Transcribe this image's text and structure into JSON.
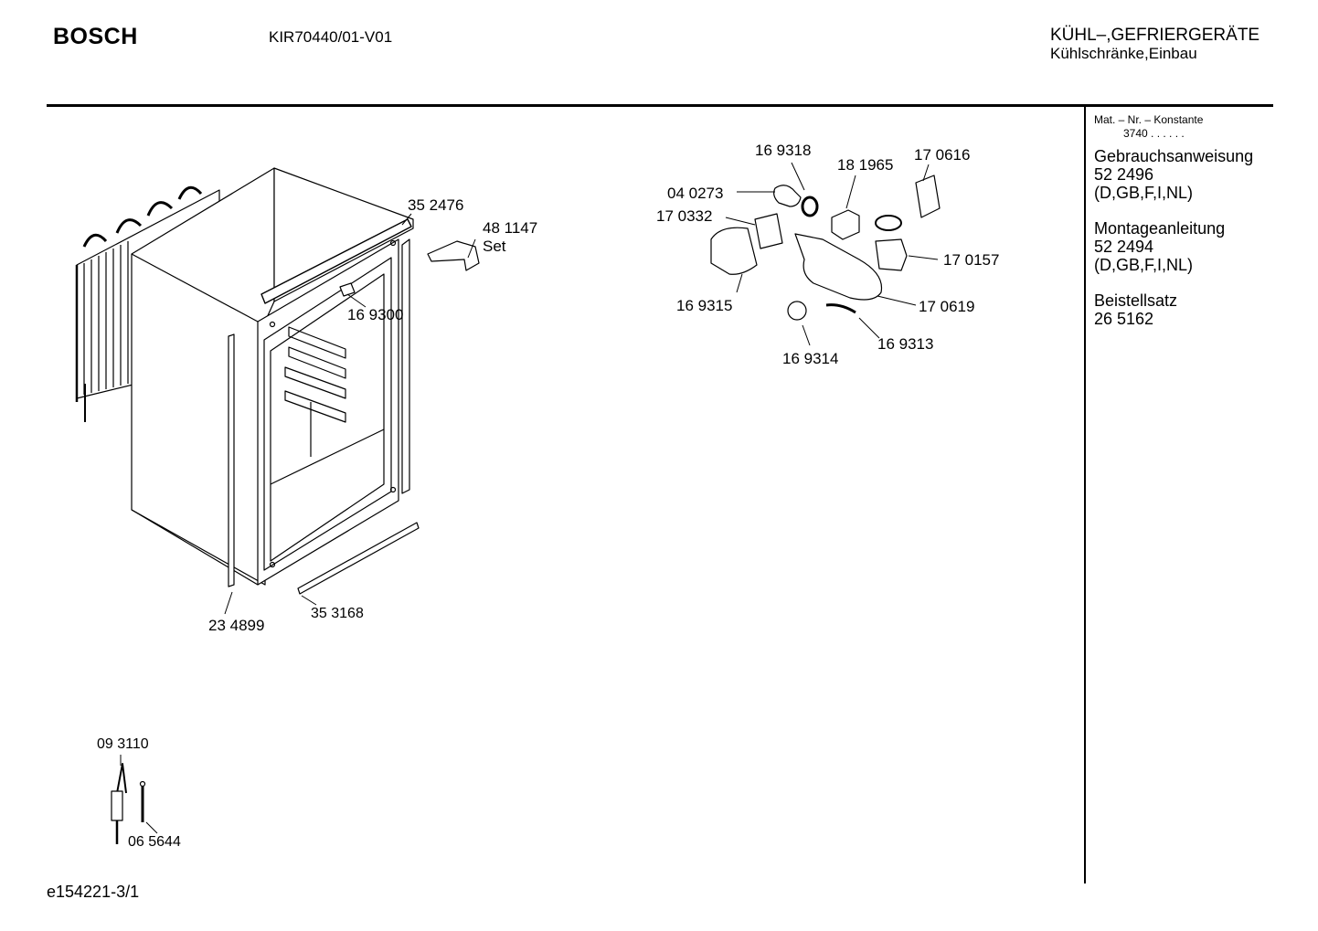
{
  "header": {
    "brand": "BOSCH",
    "model": "KIR70440/01-V01",
    "category_line1": "KÜHL–,GEFRIERGERÄTE",
    "category_line2": "Kühlschränke,Einbau"
  },
  "sidebar": {
    "konstante_label": "Mat. – Nr. – Konstante",
    "konstante_value": "3740 . .  . . . .",
    "documents": [
      {
        "title": "Gebrauchsanweisung",
        "number": "52 2496",
        "languages": "(D,GB,F,I,NL)"
      },
      {
        "title": "Montageanleitung",
        "number": "52 2494",
        "languages": "(D,GB,F,I,NL)"
      },
      {
        "title": "Beistellsatz",
        "number": "26 5162"
      }
    ]
  },
  "parts": {
    "p352476": "35 2476",
    "p481147": "48 1147",
    "set_label": "Set",
    "p169300": "16 9300",
    "p234899": "23 4899",
    "p353168": "35 3168",
    "p169318": "16 9318",
    "p181965": "18 1965",
    "p170616": "17 0616",
    "p040273": "04 0273",
    "p170332": "17 0332",
    "p170157": "17 0157",
    "p169315": "16 9315",
    "p170619": "17 0619",
    "p169313": "16 9313",
    "p169314": "16 9314",
    "p093110": "09 3110",
    "p065644": "06 5644"
  },
  "footer": {
    "drawing_id": "e154221-3/1"
  }
}
